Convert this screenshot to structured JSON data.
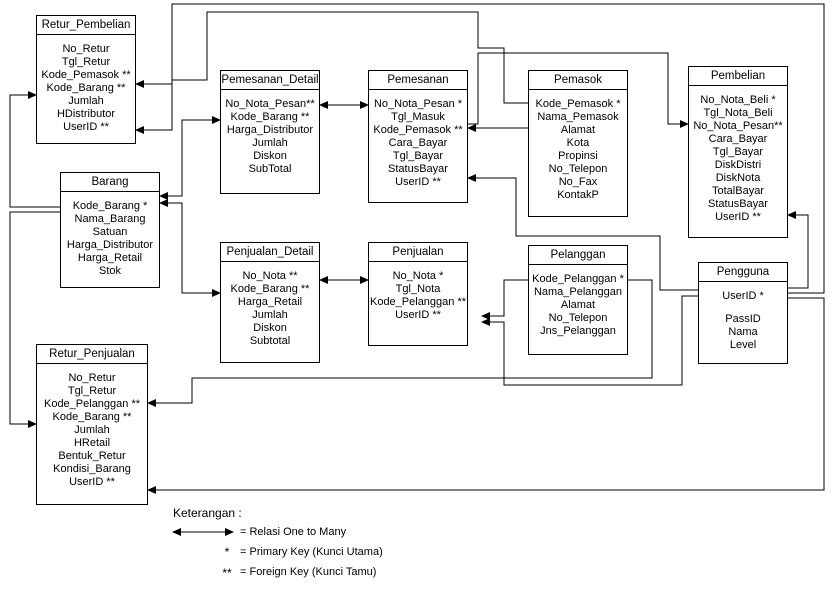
{
  "tables": [
    {
      "id": "retur_pembelian",
      "name": "Retur_Pembelian",
      "fields": [
        "No_Retur",
        "Tgl_Retur",
        "Kode_Pemasok **",
        "Kode_Barang **",
        "Jumlah",
        "HDistributor",
        "UserID **"
      ]
    },
    {
      "id": "pemesanan_detail",
      "name": "Pemesanan_Detail",
      "fields": [
        "No_Nota_Pesan**",
        "Kode_Barang **",
        "Harga_Distributor",
        "Jumlah",
        "Diskon",
        "SubTotal"
      ]
    },
    {
      "id": "pemesanan",
      "name": "Pemesanan",
      "fields": [
        "No_Nota_Pesan *",
        "Tgl_Masuk",
        "Kode_Pemasok **",
        "Cara_Bayar",
        "Tgl_Bayar",
        "StatusBayar",
        "UserID **"
      ]
    },
    {
      "id": "pemasok",
      "name": "Pemasok",
      "fields": [
        "Kode_Pemasok *",
        "Nama_Pemasok",
        "Alamat",
        "Kota",
        "Propinsi",
        "No_Telepon",
        "No_Fax",
        "KontakP"
      ]
    },
    {
      "id": "pembelian",
      "name": "Pembelian",
      "fields": [
        "No_Nota_Beli *",
        "Tgl_Nota_Beli",
        "No_Nota_Pesan**",
        "Cara_Bayar",
        "Tgl_Bayar",
        "DiskDistri",
        "DiskNota",
        "TotalBayar",
        "StatusBayar",
        "UserID **"
      ]
    },
    {
      "id": "barang",
      "name": "Barang",
      "fields": [
        "Kode_Barang *",
        "Nama_Barang",
        "Satuan",
        "Harga_Distributor",
        "Harga_Retail",
        "Stok"
      ]
    },
    {
      "id": "penjualan_detail",
      "name": "Penjualan_Detail",
      "fields": [
        "No_Nota **",
        "Kode_Barang **",
        "Harga_Retail",
        "Jumlah",
        "Diskon",
        "Subtotal"
      ]
    },
    {
      "id": "penjualan",
      "name": "Penjualan",
      "fields": [
        "No_Nota *",
        "Tgl_Nota",
        "Kode_Pelanggan **",
        "UserID **"
      ]
    },
    {
      "id": "pelanggan",
      "name": "Pelanggan",
      "fields": [
        "Kode_Pelanggan *",
        "Nama_Pelanggan",
        "Alamat",
        "No_Telepon",
        "Jns_Pelanggan"
      ]
    },
    {
      "id": "pengguna",
      "name": "Pengguna",
      "fields": [
        "UserID *",
        "",
        "PassID",
        "Nama",
        "Level"
      ]
    },
    {
      "id": "retur_penjualan",
      "name": "Retur_Penjualan",
      "fields": [
        "No_Retur",
        "Tgl_Retur",
        "Kode_Pelanggan **",
        "Kode_Barang **",
        "Jumlah",
        "HRetail",
        "Bentuk_Retur",
        "Kondisi_Barang",
        "UserID **"
      ]
    }
  ],
  "legend": {
    "title": "Keterangan :",
    "items": [
      {
        "symbol": "",
        "text": "= Relasi One to Many"
      },
      {
        "symbol": "*",
        "text": "= Primary Key (Kunci Utama)"
      },
      {
        "symbol": "**",
        "text": "= Foreign Key (Kunci Tamu)"
      }
    ]
  }
}
